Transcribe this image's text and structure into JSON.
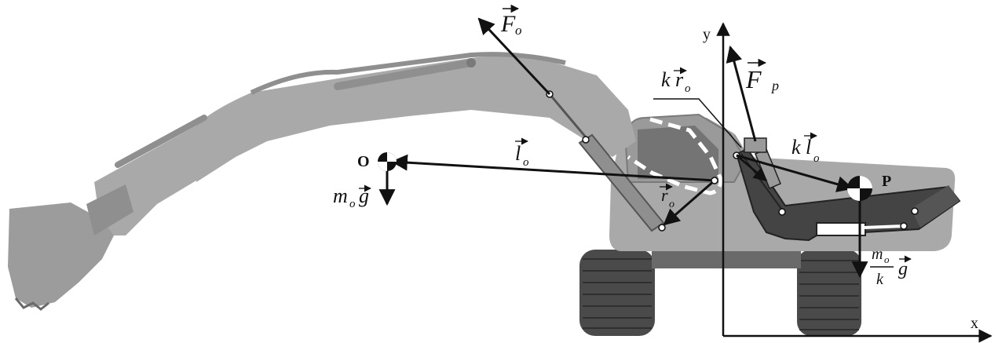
{
  "labels": {
    "axis_y": "y",
    "axis_x": "x",
    "force_o": "F",
    "force_o_sub": "o",
    "force_p": "F",
    "force_p_sub": "p",
    "k_r_o_k": "k",
    "k_r_o_r": "r",
    "k_r_o_sub": "o",
    "l_o": "l",
    "l_o_sub": "o",
    "k_l_o_k": "k",
    "k_l_o_l": "l",
    "k_l_o_sub": "o",
    "r_o": "r",
    "r_o_sub": "o",
    "point_o": "O",
    "point_p": "P",
    "weight_o_m": "m",
    "weight_o_sub": "o",
    "weight_o_g": "g",
    "weight_p_m": "m",
    "weight_p_sub": "o",
    "weight_p_den": "k",
    "weight_p_g": "g"
  },
  "colors": {
    "machine_light": "#a9a9a9",
    "machine_mid": "#8f8f8f",
    "machine_dark": "#555555",
    "track": "#4a4a4a",
    "vector": "#111111",
    "model_link": "#444444"
  }
}
